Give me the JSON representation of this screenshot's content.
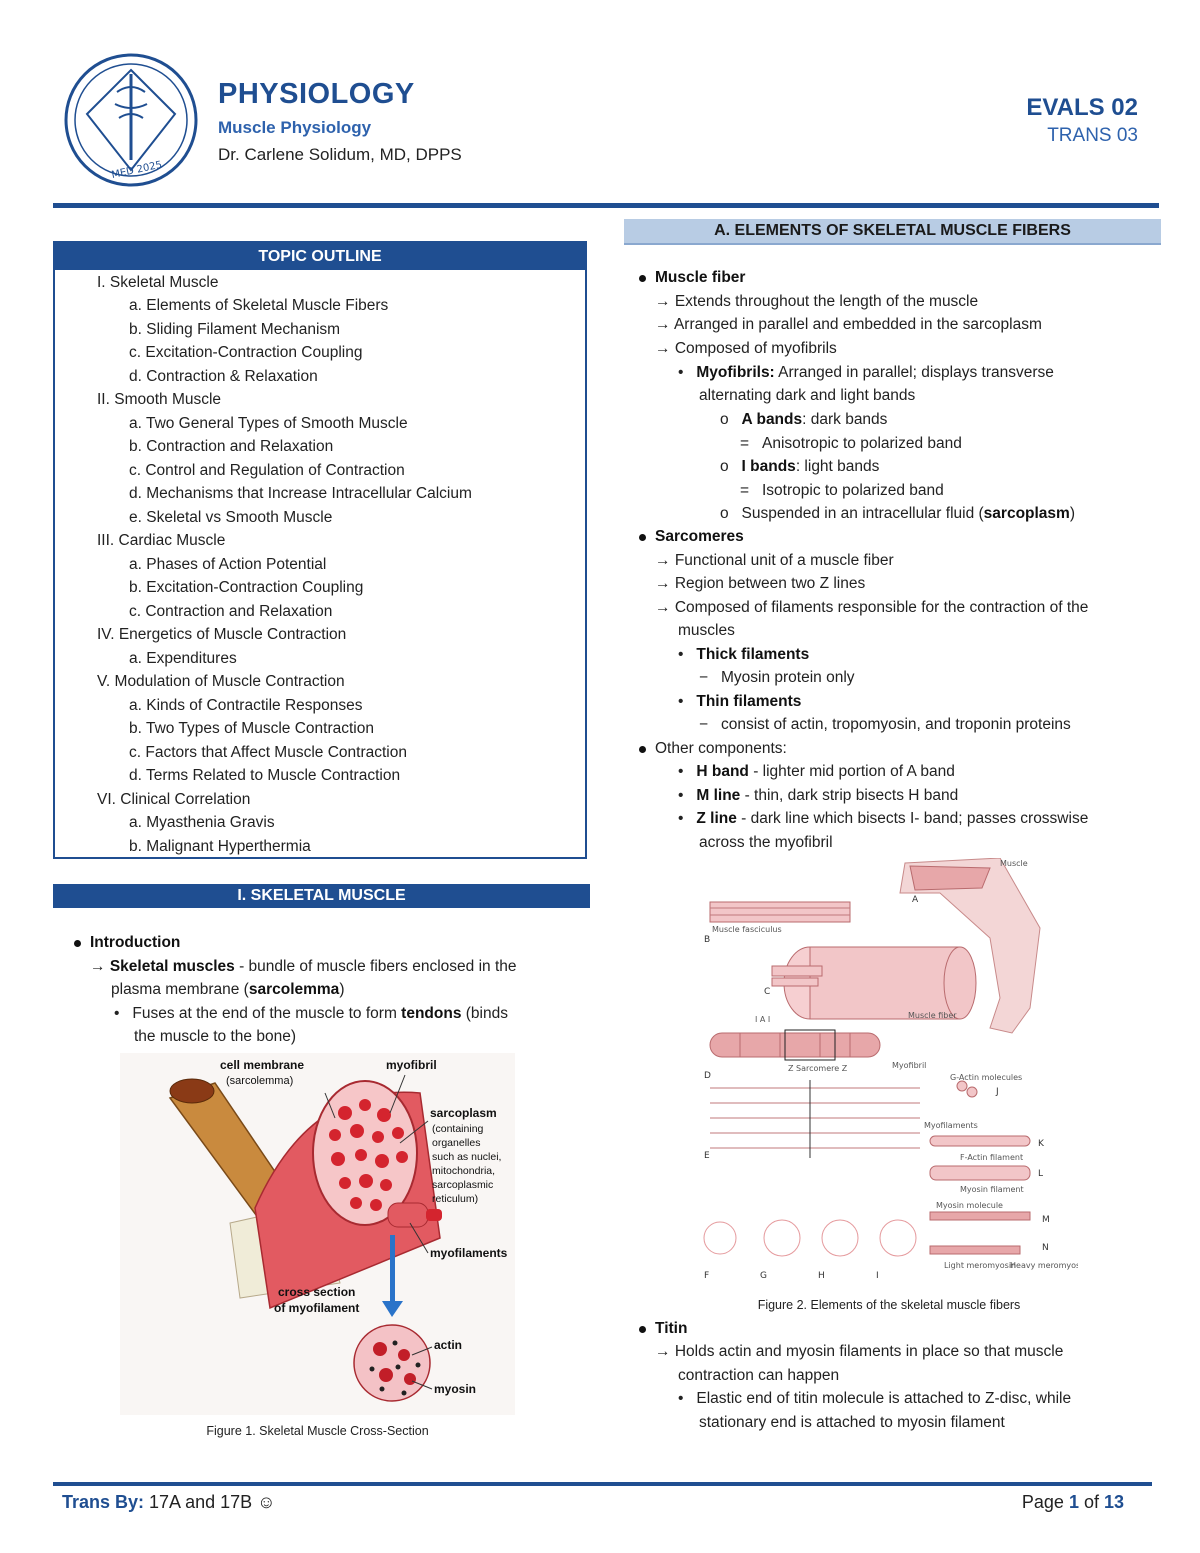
{
  "header": {
    "title": "PHYSIOLOGY",
    "subtitle": "Muscle Physiology",
    "doctor": "Dr. Carlene Solidum, MD, DPPS",
    "eval": "EVALS 02",
    "trans": "TRANS 03",
    "logo_text": "MED 2025"
  },
  "outline": {
    "heading": "TOPIC OUTLINE",
    "items": [
      "I.  Skeletal Muscle",
      "a.  Elements of Skeletal Muscle Fibers",
      "b.  Sliding Filament Mechanism",
      "c.  Excitation-Contraction Coupling",
      "d.  Contraction & Relaxation",
      "II.  Smooth Muscle",
      "a.  Two General Types of Smooth Muscle",
      "b.  Contraction and Relaxation",
      "c.  Control and Regulation of Contraction",
      "d.  Mechanisms that Increase Intracellular Calcium",
      "e.  Skeletal vs Smooth Muscle",
      "III. Cardiac Muscle",
      "a.  Phases of Action Potential",
      "b.  Excitation-Contraction Coupling",
      "c.  Contraction and Relaxation",
      "IV. Energetics of Muscle Contraction",
      "a.  Expenditures",
      "V.  Modulation of Muscle Contraction",
      "a.  Kinds of Contractile Responses",
      "b.  Two Types of Muscle Contraction",
      "c.  Factors that Affect Muscle Contraction",
      "d.  Terms Related to Muscle Contraction",
      "VI. Clinical Correlation",
      "a.  Myasthenia Gravis",
      "b.  Malignant Hyperthermia"
    ]
  },
  "skeletal": {
    "heading": "I. SKELETAL MUSCLE",
    "intro": "Introduction",
    "arrow_bold": "Skeletal muscles",
    "arrow_text": " - bundle of muscle fibers enclosed in the",
    "arrow_cont_a": "plasma membrane (",
    "arrow_cont_bold": "sarcolemma",
    "arrow_cont_b": ")",
    "sub_a": "Fuses at the end of the muscle to form ",
    "sub_bold": "tendons",
    "sub_b": " (binds",
    "sub_cont": "the muscle to the bone)"
  },
  "fig1": {
    "caption": "Figure 1. Skeletal Muscle Cross-Section",
    "labels": {
      "cell_membrane": "cell membrane",
      "sarcolemma": "(sarcolemma)",
      "myofibril": "myofibril",
      "sarcoplasm": "sarcoplasm",
      "sarco_1": "(containing",
      "sarco_2": "organelles",
      "sarco_3": "such as nuclei,",
      "sarco_4": "mitochondria,",
      "sarco_5": "sarcoplasmic",
      "sarco_6": "reticulum)",
      "myofilaments": "myofilaments",
      "cross_1": "cross section",
      "cross_2": "of myofilament",
      "actin": "actin",
      "myosin": "myosin"
    }
  },
  "elements": {
    "heading": "A. ELEMENTS OF SKELETAL MUSCLE FIBERS",
    "muscle_fiber": "Muscle fiber",
    "mf_1": "Extends throughout the length of the muscle",
    "mf_2": "Arranged in parallel and embedded in the sarcoplasm",
    "mf_3": "Composed of myofibrils",
    "myo_bold": "Myofibrils:",
    "myo_text": " Arranged in parallel; displays transverse",
    "myo_cont": "alternating dark and light bands",
    "a_bold": "A bands",
    "a_text": ": dark bands",
    "a_eq": "Anisotropic to polarized band",
    "i_bold": "I bands",
    "i_text": ": light bands",
    "i_eq": "Isotropic to polarized band",
    "susp_a": "Suspended in an intracellular fluid (",
    "susp_bold": "sarcoplasm",
    "susp_b": ")",
    "sarcomeres": "Sarcomeres",
    "s_1": "Functional unit of a muscle fiber",
    "s_2": "Region between two Z lines",
    "s_3": "Composed of filaments responsible for the contraction of the",
    "s_3b": "muscles",
    "thick": "Thick filaments",
    "thick_d": "Myosin protein only",
    "thin": "Thin filaments",
    "thin_d": "consist of actin, tropomyosin, and troponin proteins",
    "other": "Other components:",
    "h_bold": "H band",
    "h_text": " - lighter mid portion of A band",
    "m_bold": "M line",
    "m_text": " - thin, dark strip bisects H band",
    "z_bold": "Z line",
    "z_text": " - dark line which bisects I- band; passes crosswise",
    "z_cont": "across the myofibril"
  },
  "fig2": {
    "caption": "Figure 2. Elements of the skeletal muscle fibers",
    "labels": {
      "muscle": "Muscle",
      "fasciculus": "Muscle fasciculus",
      "fiber": "Muscle fiber",
      "myofibril": "Myofibril",
      "sarcomere": "Z  Sarcomere  Z",
      "bands": "I    A    I",
      "myofilaments": "Myofilaments",
      "gactin": "G-Actin molecules",
      "factin": "F-Actin filament",
      "myosin_fil": "Myosin filament",
      "myosin_mol": "Myosin molecule",
      "light_mero": "Light meromyosin",
      "heavy_mero": "Heavy meromyosin",
      "letters": [
        "A",
        "B",
        "C",
        "D",
        "E",
        "F",
        "G",
        "H",
        "I",
        "J",
        "K",
        "L",
        "M",
        "N"
      ]
    }
  },
  "titin": {
    "title": "Titin",
    "t_1": "Holds actin and myosin filaments in place so that muscle",
    "t_1b": "contraction can happen",
    "t_2": "Elastic end of titin molecule is attached to Z-disc, while",
    "t_2b": "stationary end is attached to myosin filament"
  },
  "footer": {
    "trans_label": "Trans By:",
    "trans_by": " 17A and 17B ☺",
    "page_label": "Page ",
    "page_num": "1",
    "of_label": " of ",
    "page_total": "13"
  },
  "colors": {
    "brand_blue": "#1f4e91",
    "light_blue": "#b8cce4",
    "muscle_red": "#d9434b"
  }
}
